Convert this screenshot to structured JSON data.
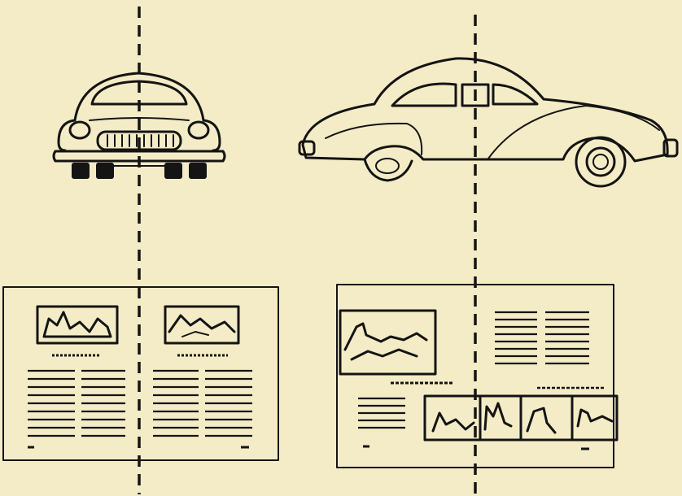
{
  "title": "",
  "illustrations": [
    {
      "name": "car-front-view",
      "label": ""
    },
    {
      "name": "car-side-view",
      "label": ""
    }
  ],
  "layouts": [
    {
      "name": "symmetric-spread-layout"
    },
    {
      "name": "asymmetric-spread-layout"
    }
  ],
  "colors": {
    "paper": "#f4ecc6",
    "ink": "#141414"
  }
}
